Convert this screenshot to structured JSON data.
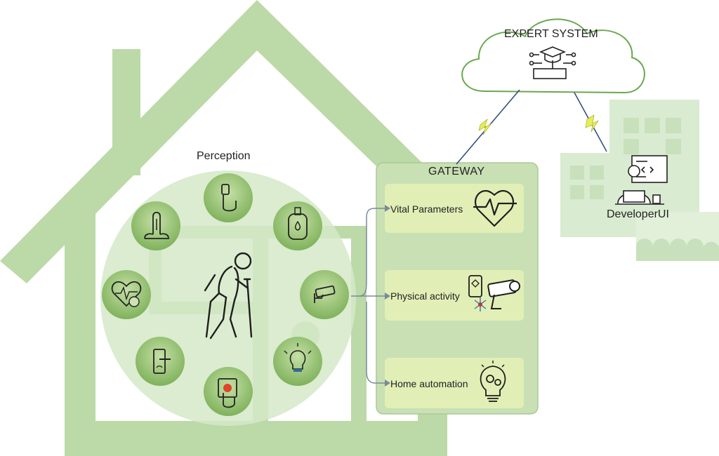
{
  "diagram": {
    "perception_label": "Perception",
    "gateway": {
      "title": "GATEWAY",
      "items": [
        {
          "label": "Vital Parameters",
          "icon": "heart-pulse-icon"
        },
        {
          "label": "Physical activity",
          "icon": "wearable-camera-icon"
        },
        {
          "label": "Home automation",
          "icon": "lightbulb-gear-icon"
        }
      ]
    },
    "expert_system": {
      "label": "EXPERT SYSTEM",
      "icon": "graduation-network-icon"
    },
    "developer": {
      "label": "DeveloperUI",
      "icon": "developer-laptop-icon"
    },
    "sensors": [
      "fingerprint-sensor-icon",
      "glucometer-icon",
      "security-camera-icon",
      "smart-bulb-icon",
      "panic-button-icon",
      "smart-lock-icon",
      "heart-monitor-icon",
      "thermometer-icon"
    ],
    "center_figure": "elderly-person-icon",
    "colors": {
      "house": "#b9d7a6",
      "circle": "#d4e8c6",
      "gateway_panel": "#c9e1b5",
      "gateway_item": "#e2efb7",
      "sensor": "#8fbe6e",
      "arrow": "#7a8a99",
      "lightning": "#e8f05a",
      "building": "#d8ead0"
    }
  }
}
